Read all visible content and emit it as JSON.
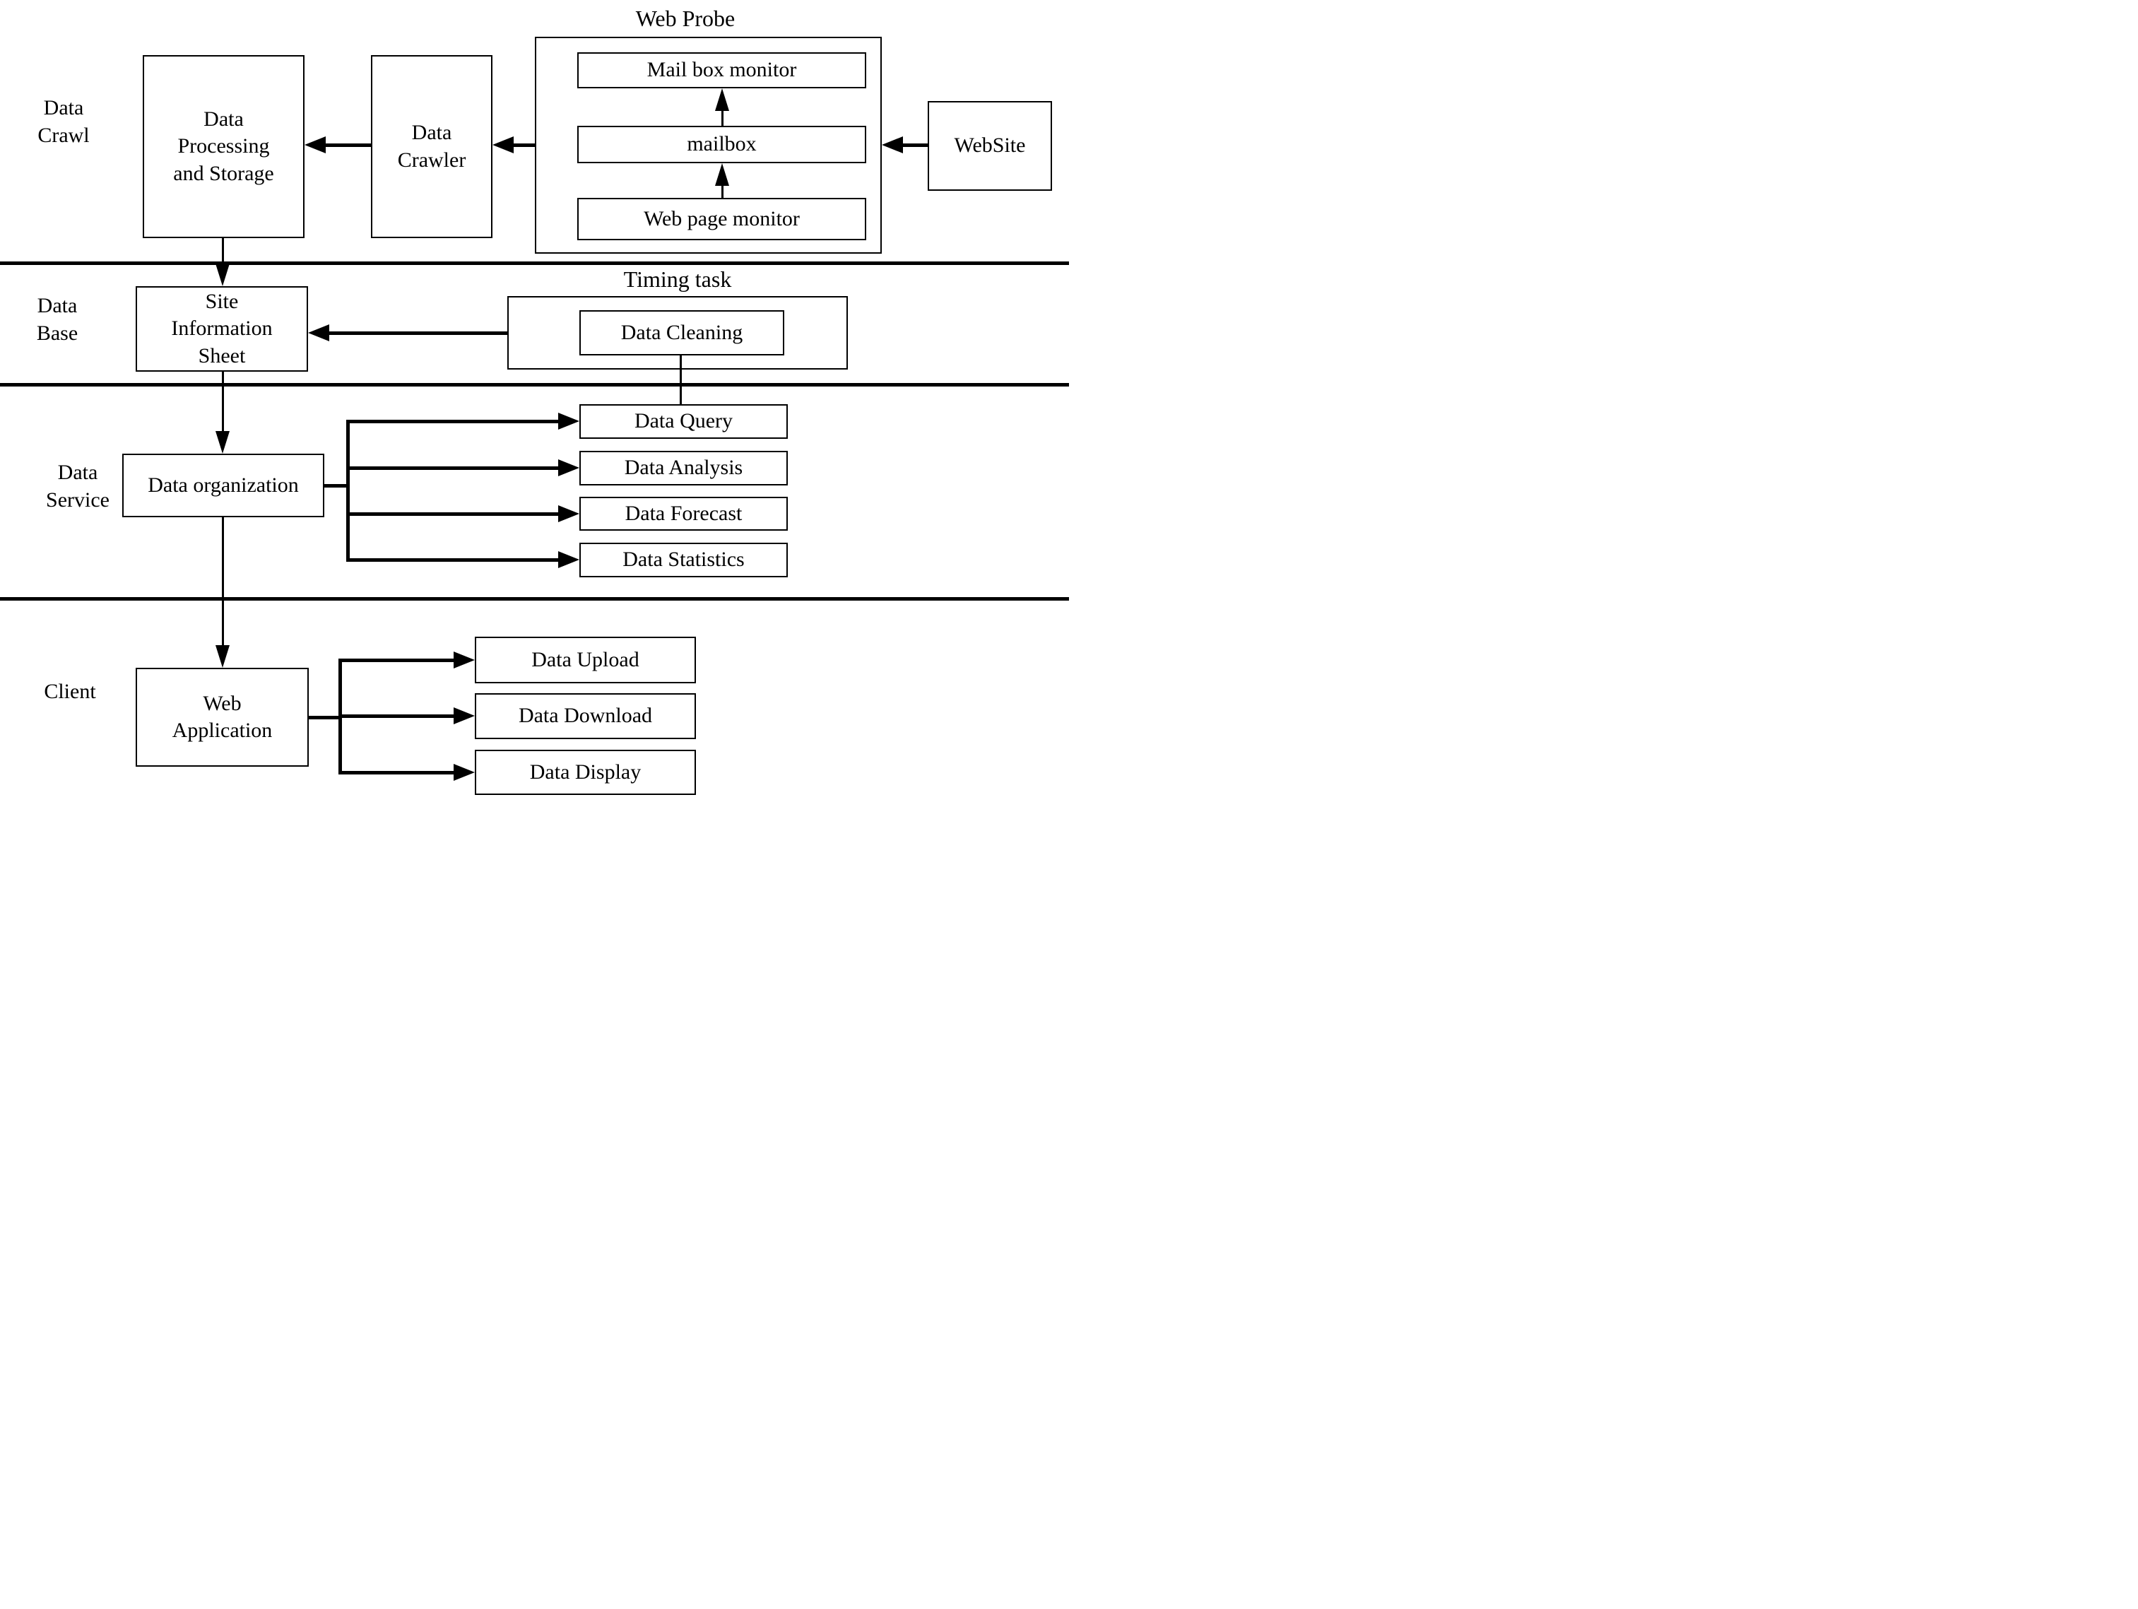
{
  "colors": {
    "background": "#ffffff",
    "line": "#000000"
  },
  "layers": {
    "data_crawl": {
      "label": "Data\nCrawl"
    },
    "data_base": {
      "label": "Data\nBase"
    },
    "data_service": {
      "label": "Data\nService"
    },
    "client": {
      "label": "Client"
    }
  },
  "groups": {
    "web_probe": {
      "title": "Web Probe"
    },
    "timing_task": {
      "title": "Timing task"
    }
  },
  "nodes": {
    "data_processing": {
      "label": "Data\nProcessing\nand Storage"
    },
    "data_crawler": {
      "label": "Data\nCrawler"
    },
    "mail_box_monitor": {
      "label": "Mail box monitor"
    },
    "mailbox": {
      "label": "mailbox"
    },
    "web_page_monitor": {
      "label": "Web page monitor"
    },
    "website": {
      "label": "WebSite"
    },
    "site_information_sheet": {
      "label": "Site\nInformation\nSheet"
    },
    "data_cleaning": {
      "label": "Data Cleaning"
    },
    "data_organization": {
      "label": "Data organization"
    },
    "data_query": {
      "label": "Data Query"
    },
    "data_analysis": {
      "label": "Data Analysis"
    },
    "data_forecast": {
      "label": "Data Forecast"
    },
    "data_statistics": {
      "label": "Data Statistics"
    },
    "web_application": {
      "label": "Web\nApplication"
    },
    "data_upload": {
      "label": "Data Upload"
    },
    "data_download": {
      "label": "Data Download"
    },
    "data_display": {
      "label": "Data Display"
    }
  }
}
